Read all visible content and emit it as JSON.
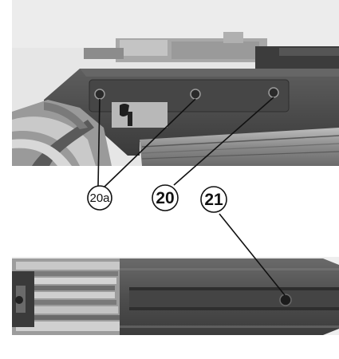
{
  "callouts": {
    "twenty_a": "20a",
    "twenty": "20",
    "twenty_one": "21"
  },
  "colors": {
    "background": "#ffffff",
    "stock_light": "#d9d9d9",
    "stock_dark": "#4a4a4a",
    "laminate_light": "#c9c9c9",
    "laminate_dark": "#5a5a5a",
    "leader": "#111111"
  }
}
